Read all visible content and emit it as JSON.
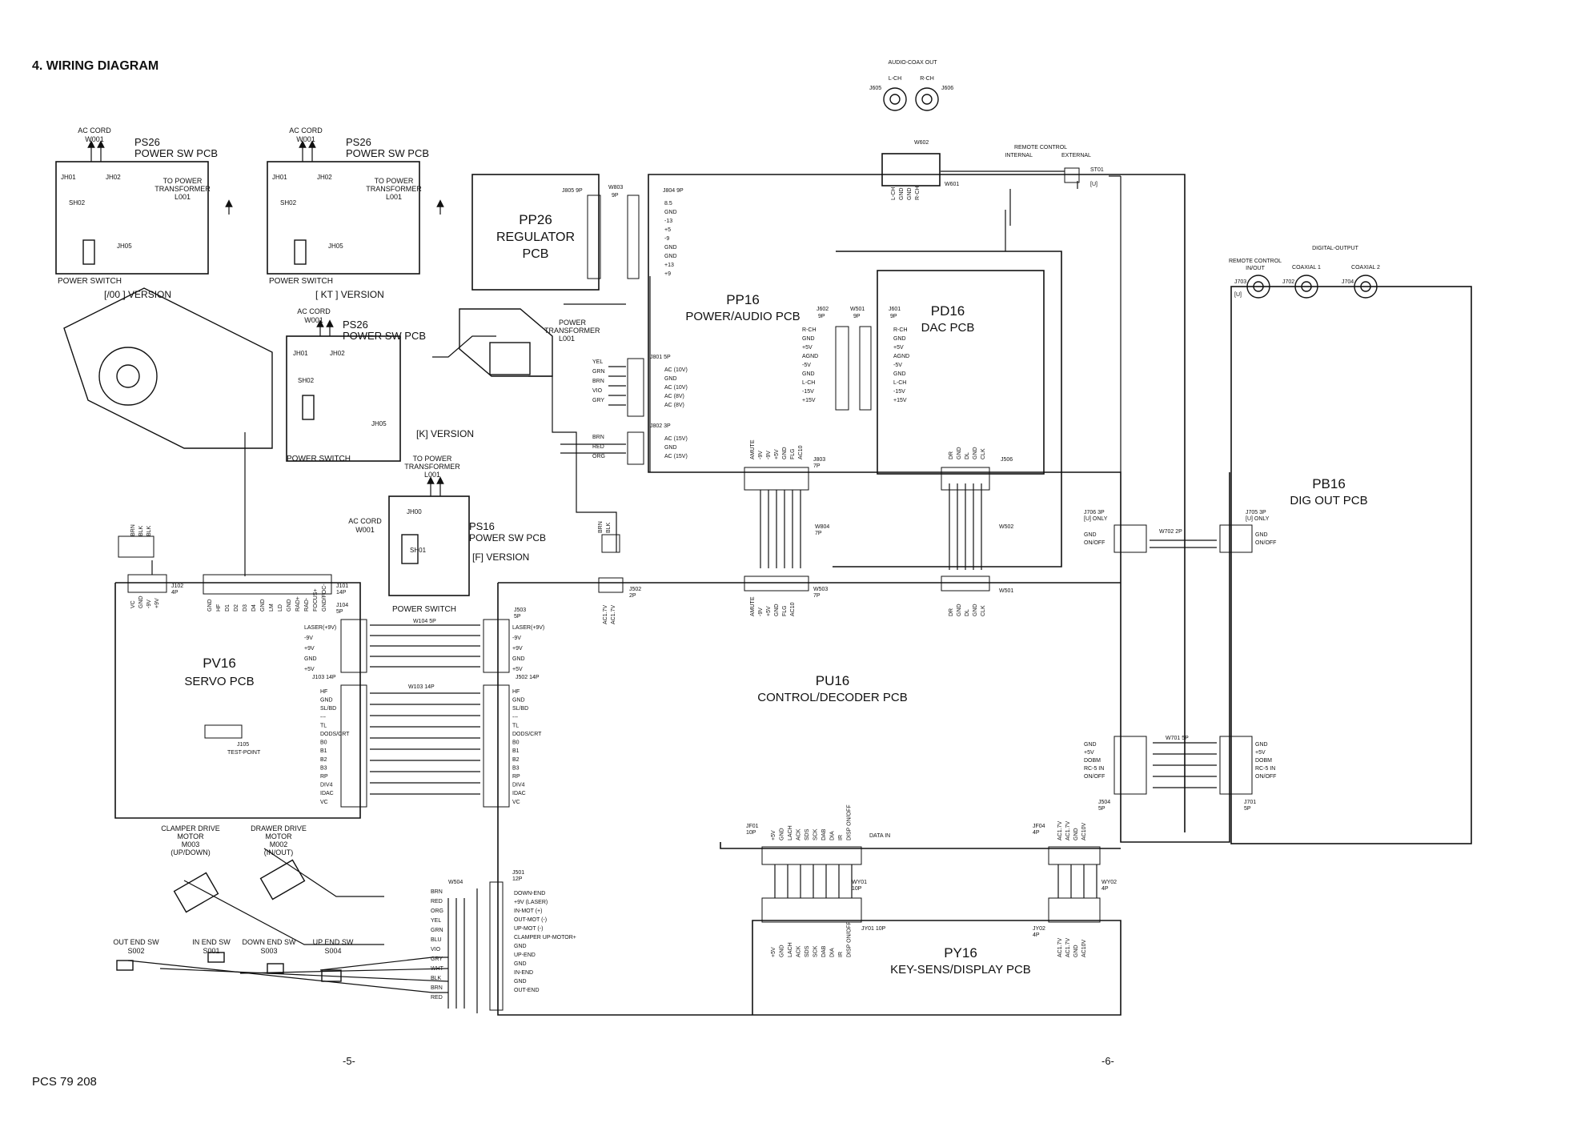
{
  "page": {
    "heading": "4. WIRING DIAGRAM",
    "doc_code": "PCS 79 208",
    "page_left": "-5-",
    "page_right": "-6-"
  },
  "blocks": {
    "pp26": {
      "l1": "PP26",
      "l2": "REGULATOR",
      "l3": "PCB"
    },
    "pp16": {
      "l1": "PP16",
      "l2": "POWER/AUDIO PCB"
    },
    "pd16": {
      "l1": "PD16",
      "l2": "DAC PCB"
    },
    "pb16": {
      "l1": "PB16",
      "l2": "DIG OUT PCB"
    },
    "pv16": {
      "l1": "PV16",
      "l2": "SERVO PCB"
    },
    "pu16": {
      "l1": "PU16",
      "l2": "CONTROL/DECODER PCB"
    },
    "py16": {
      "l1": "PY16",
      "l2": "KEY-SENS/DISPLAY PCB"
    }
  },
  "switch_boards": {
    "oo": {
      "cord1": "AC CORD",
      "cord2": "W001",
      "name1": "PS26",
      "name2": "POWER SW PCB",
      "jh01": "JH01",
      "jh02": "JH02",
      "sh02": "SH02",
      "jh05": "JH05",
      "to1": "TO POWER",
      "to2": "TRANSFORMER",
      "to3": "L001",
      "sw": "POWER SWITCH",
      "ver": "[/00 ] VERSION"
    },
    "kt": {
      "cord1": "AC CORD",
      "cord2": "W001",
      "name1": "PS26",
      "name2": "POWER SW PCB",
      "jh01": "JH01",
      "jh02": "JH02",
      "sh02": "SH02",
      "jh05": "JH05",
      "to1": "TO POWER",
      "to2": "TRANSFORMER",
      "to3": "L001",
      "sw": "POWER SWITCH",
      "ver": "[ KT ] VERSION"
    },
    "k": {
      "cord1": "AC CORD",
      "cord2": "W001",
      "name1": "PS26",
      "name2": "POWER SW PCB",
      "jh01": "JH01",
      "jh02": "JH02",
      "sh02": "SH02",
      "jh05": "JH05",
      "sw": "POWER SWITCH",
      "ver": "[K] VERSION"
    },
    "f": {
      "to1": "TO POWER",
      "to2": "TRANSFORMER",
      "to3": "L001",
      "jh00": "JH00",
      "cord1": "AC CORD",
      "cord2": "W001",
      "name1": "PS16",
      "name2": "POWER SW PCB",
      "sh01": "SH01",
      "ver": "[F] VERSION",
      "sw": "POWER SWITCH"
    }
  },
  "transformer": {
    "l1": "POWER",
    "l2": "TRANSFORMER",
    "l3": "L001"
  },
  "audio_out": {
    "title": "AUDIO-COAX OUT",
    "l": "L-CH",
    "r": "R-CH",
    "j605": "J605",
    "j606": "J606",
    "w602": "W602",
    "w601": "W601",
    "pins": [
      "L-CH",
      "GND",
      "GND",
      "R-CH"
    ]
  },
  "remote": {
    "title": "REMOTE CONTROL",
    "internal": "INTERNAL",
    "external": "EXTERNAL",
    "st01": "ST01",
    "u": "[U]"
  },
  "dig_out": {
    "rc1": "REMOTE CONTROL",
    "rc2": "IN/OUT",
    "title": "DIGITAL-OUTPUT",
    "c1": "COAXIAL 1",
    "c2": "COAXIAL 2",
    "j703": "J703",
    "u": "[U]",
    "j702": "J702",
    "j704": "J704"
  },
  "connectors": {
    "j805": "J805 9P",
    "w803": "W803",
    "w803p": "9P",
    "j804": "J804 9P",
    "j804_pins": [
      "8.5",
      "GND",
      "-13",
      "+5",
      "-9",
      "GND",
      "GND",
      "+13",
      "+9"
    ],
    "j801": "J801 5P",
    "j801_pins": [
      "AC (10V)",
      "GND",
      "AC (10V)",
      "AC (8V)",
      "AC (8V)"
    ],
    "w801_wires": [
      "YEL",
      "GRN",
      "BRN",
      "VIO",
      "GRY"
    ],
    "j802": "J802 3P",
    "j802_pins": [
      "AC (15V)",
      "GND",
      "AC (15V)"
    ],
    "w802_wires": [
      "BRN",
      "RED",
      "ORG"
    ],
    "j602": "J602",
    "j602p": "9P",
    "w501": "W501",
    "w501p": "9P",
    "j601": "J601",
    "j601p": "9P",
    "dac_pins": [
      "R-CH",
      "GND",
      "+5V",
      "AGND",
      "-5V",
      "GND",
      "L-CH",
      "-15V",
      "+15V"
    ],
    "j803": "J803",
    "j803p": "7P",
    "w804": "W804",
    "w804p": "7P",
    "j803_pins": [
      "AMUTE",
      "-9V",
      "-9V",
      "+5V",
      "GND",
      "FLG",
      "AC10"
    ],
    "j506": "J506",
    "j506_pins": [
      "DR",
      "GND",
      "DL",
      "GND",
      "CLK"
    ],
    "w502": "W502",
    "w503": "W503",
    "w503p": "7P",
    "w501b": "W501",
    "w503_pins": [
      "AMUTE",
      "-9V",
      "+5V",
      "GND",
      "FLG",
      "AC10"
    ],
    "w501_pins": [
      "DR",
      "GND",
      "DL",
      "GND",
      "CLK"
    ],
    "j706": "J706 3P",
    "j706b": "[U] ONLY",
    "w702": "W702 2P",
    "j705": "J705 3P",
    "j705b": "[U] ONLY",
    "onoff_pins": [
      "GND",
      "ON/OFF"
    ],
    "j502": "J502",
    "j502p": "2P",
    "j502_pins": [
      "AC1.7V",
      "AC1.7V"
    ],
    "lamp_wires": [
      "BRN",
      "BLK"
    ],
    "j102": "J102",
    "j102p": "4P",
    "j102_pins": [
      "VC",
      "GND",
      "-9V",
      "+9V"
    ],
    "laser_wires": [
      "BRN",
      "BLK",
      "BLK"
    ],
    "j101": "J101",
    "j101p": "14P",
    "j101_pins": [
      "GND",
      "HF",
      "D1",
      "D2",
      "D3",
      "D4",
      "GND",
      "LM",
      "LD",
      "GND",
      "RAD+",
      "RAD-",
      "FOCUS+",
      "GND/FOC-"
    ],
    "j104": "J104",
    "j104p": "5P",
    "w104": "W104 5P",
    "j503": "J503",
    "j503p": "5P",
    "pwr_pins": [
      "LASER(+9V)",
      "-9V",
      "+9V",
      "GND",
      "+5V"
    ],
    "j103": "J103 14P",
    "w103": "W103 14P",
    "j502b": "J502 14P",
    "sig_pins": [
      "HF",
      "GND",
      "SL/BD",
      "---",
      "TL",
      "DODS/CRT",
      "B0",
      "B1",
      "B2",
      "B3",
      "RP",
      "DIV4",
      "IDAC",
      "VC"
    ],
    "j105": "J105",
    "j105b": "TEST-POINT",
    "j501": "J501",
    "j501p": "12P",
    "j501_pins": [
      "DOWN-END",
      "+9V (LASER)",
      "IN-MOT (+)",
      "OUT-MOT (-)",
      "UP-MOT (-)",
      "CLAMPER UP-MOTOR+",
      "GND",
      "UP-END",
      "GND",
      "IN-END",
      "GND",
      "OUT-END"
    ],
    "w504": "W504",
    "w504_wires": [
      "BRN",
      "RED",
      "ORG",
      "YEL",
      "GRN",
      "BLU",
      "VIO",
      "GRY",
      "WHT",
      "BLK",
      "BRN",
      "RED"
    ],
    "j504": "J504",
    "j504p": "5P",
    "w701": "W701 5P",
    "j701": "J701",
    "j701p": "5P",
    "j701_pins": [
      "GND",
      "+5V",
      "DOBM",
      "RC-5 IN",
      "ON/OFF"
    ],
    "jf01": "JF01",
    "jf01p": "10P",
    "data_in": "DATA IN",
    "data_pins": [
      "+5V",
      "GND",
      "LACH",
      "ACK",
      "SDS",
      "SCK",
      "DAB",
      "DIA",
      "IR",
      "DISP ON/OFF"
    ],
    "wy01": "WY01",
    "wy01p": "10P",
    "jy01": "JY01 10P",
    "jf04": "JF04",
    "jf04p": "4P",
    "jf04_pins": [
      "AC1.7V",
      "AC1.7V",
      "GND",
      "AC10V"
    ],
    "wy02": "WY02",
    "wy02p": "4P",
    "jy02": "JY02",
    "jy02p": "4P"
  },
  "motors": {
    "m3a": "CLAMPER DRIVE",
    "m3b": "MOTOR",
    "m3c": "M003",
    "m3d": "(UP/DOWN)",
    "m2a": "DRAWER DRIVE",
    "m2b": "MOTOR",
    "m2c": "M002",
    "m2d": "(IN/OUT)"
  },
  "switches": [
    {
      "a": "OUT END SW",
      "b": "S002"
    },
    {
      "a": "IN END SW",
      "b": "S001"
    },
    {
      "a": "DOWN END SW",
      "b": "S003"
    },
    {
      "a": "UP END SW",
      "b": "S004"
    }
  ]
}
